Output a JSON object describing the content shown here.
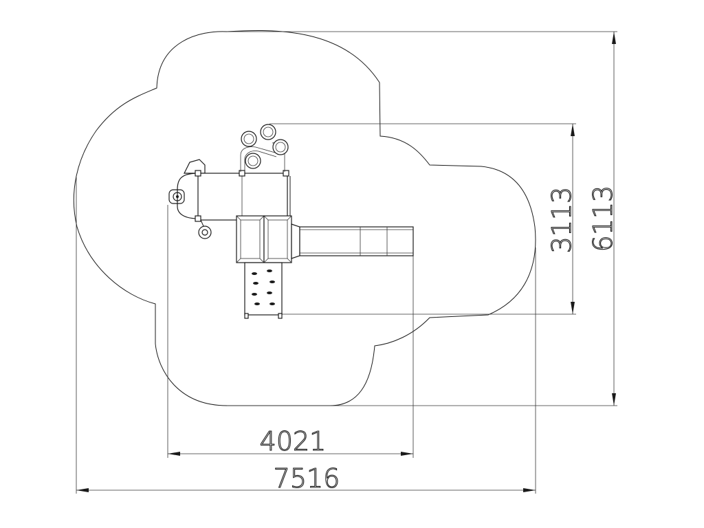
{
  "drawing": {
    "dimensions": {
      "equipment_width": "4021",
      "overall_width": "7516",
      "equipment_depth": "3113",
      "overall_depth": "6113"
    }
  }
}
